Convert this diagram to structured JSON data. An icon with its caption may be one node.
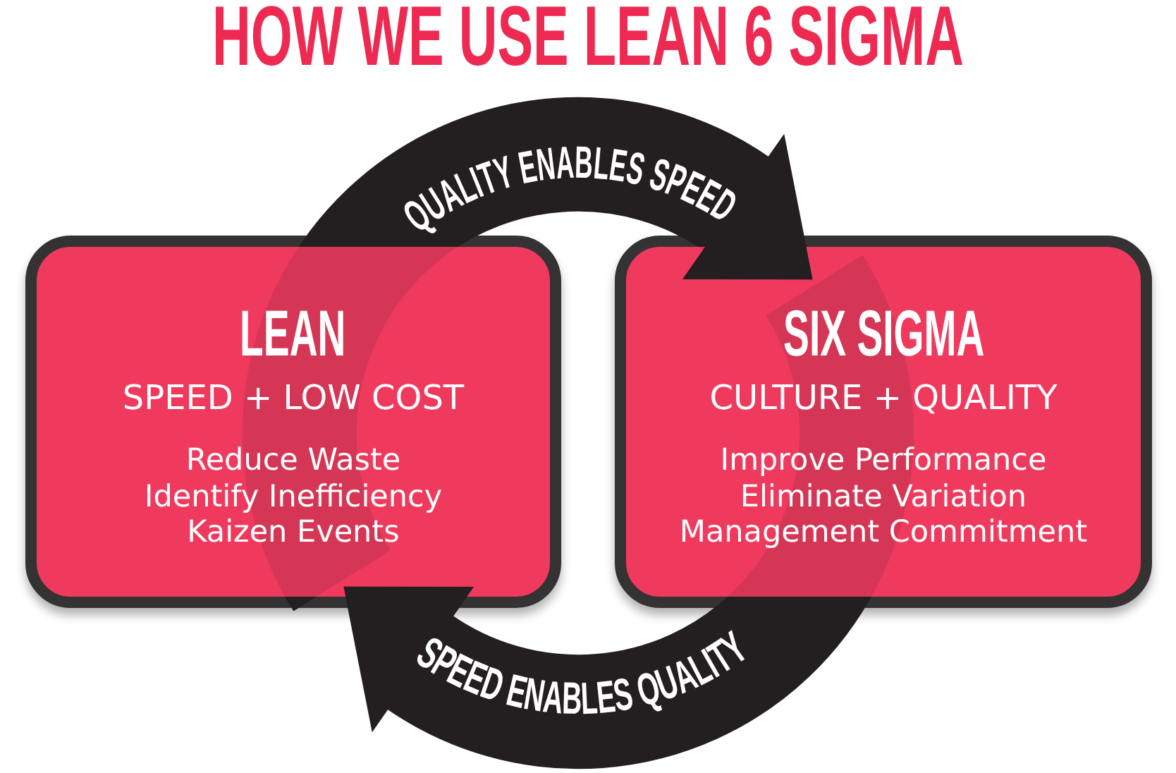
{
  "diagram": {
    "title": "HOW WE USE LEAN 6 SIGMA",
    "nodes": [
      {
        "text": [
          "LEAN",
          "SPEED + LOW COST",
          "Reduce Waste",
          "Identify Inefficiency",
          "Kaizen Events"
        ]
      },
      {
        "text": [
          "SIX SIGMA",
          "CULTURE + QUALITY",
          "Improve Performance",
          "Eliminate Variation",
          "Management Commitment"
        ]
      }
    ],
    "edges": [
      {
        "from": 0,
        "to": 1,
        "arrow": "to",
        "label": "QUALITY ENABLES SPEED"
      },
      {
        "from": 1,
        "to": 0,
        "arrow": "to",
        "label": "SPEED ENABLES QUALITY"
      }
    ]
  }
}
